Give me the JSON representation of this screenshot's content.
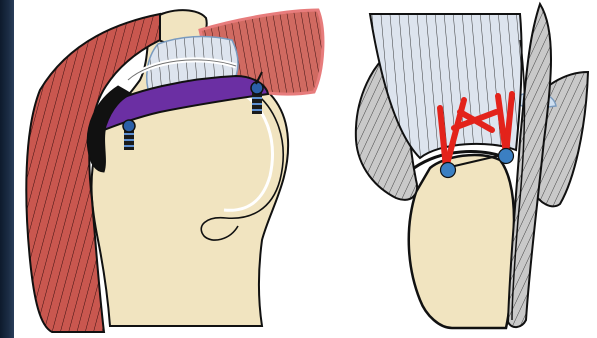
{
  "image": {
    "panels": [
      {
        "id": "left",
        "subject": "shoulder-repair-lateral-view"
      },
      {
        "id": "right",
        "subject": "shoulder-repair-top-view"
      }
    ],
    "colors": {
      "bone": "#f1e4c0",
      "muscle": "#c9574f",
      "muscle_light": "#d97d74",
      "tendon": "#dbe3ee",
      "graft": "#6b2fa3",
      "suture": "#e3231b",
      "anchor_cap": "#3b7fc2",
      "outline": "#111111",
      "background_strip": "#142238"
    }
  }
}
